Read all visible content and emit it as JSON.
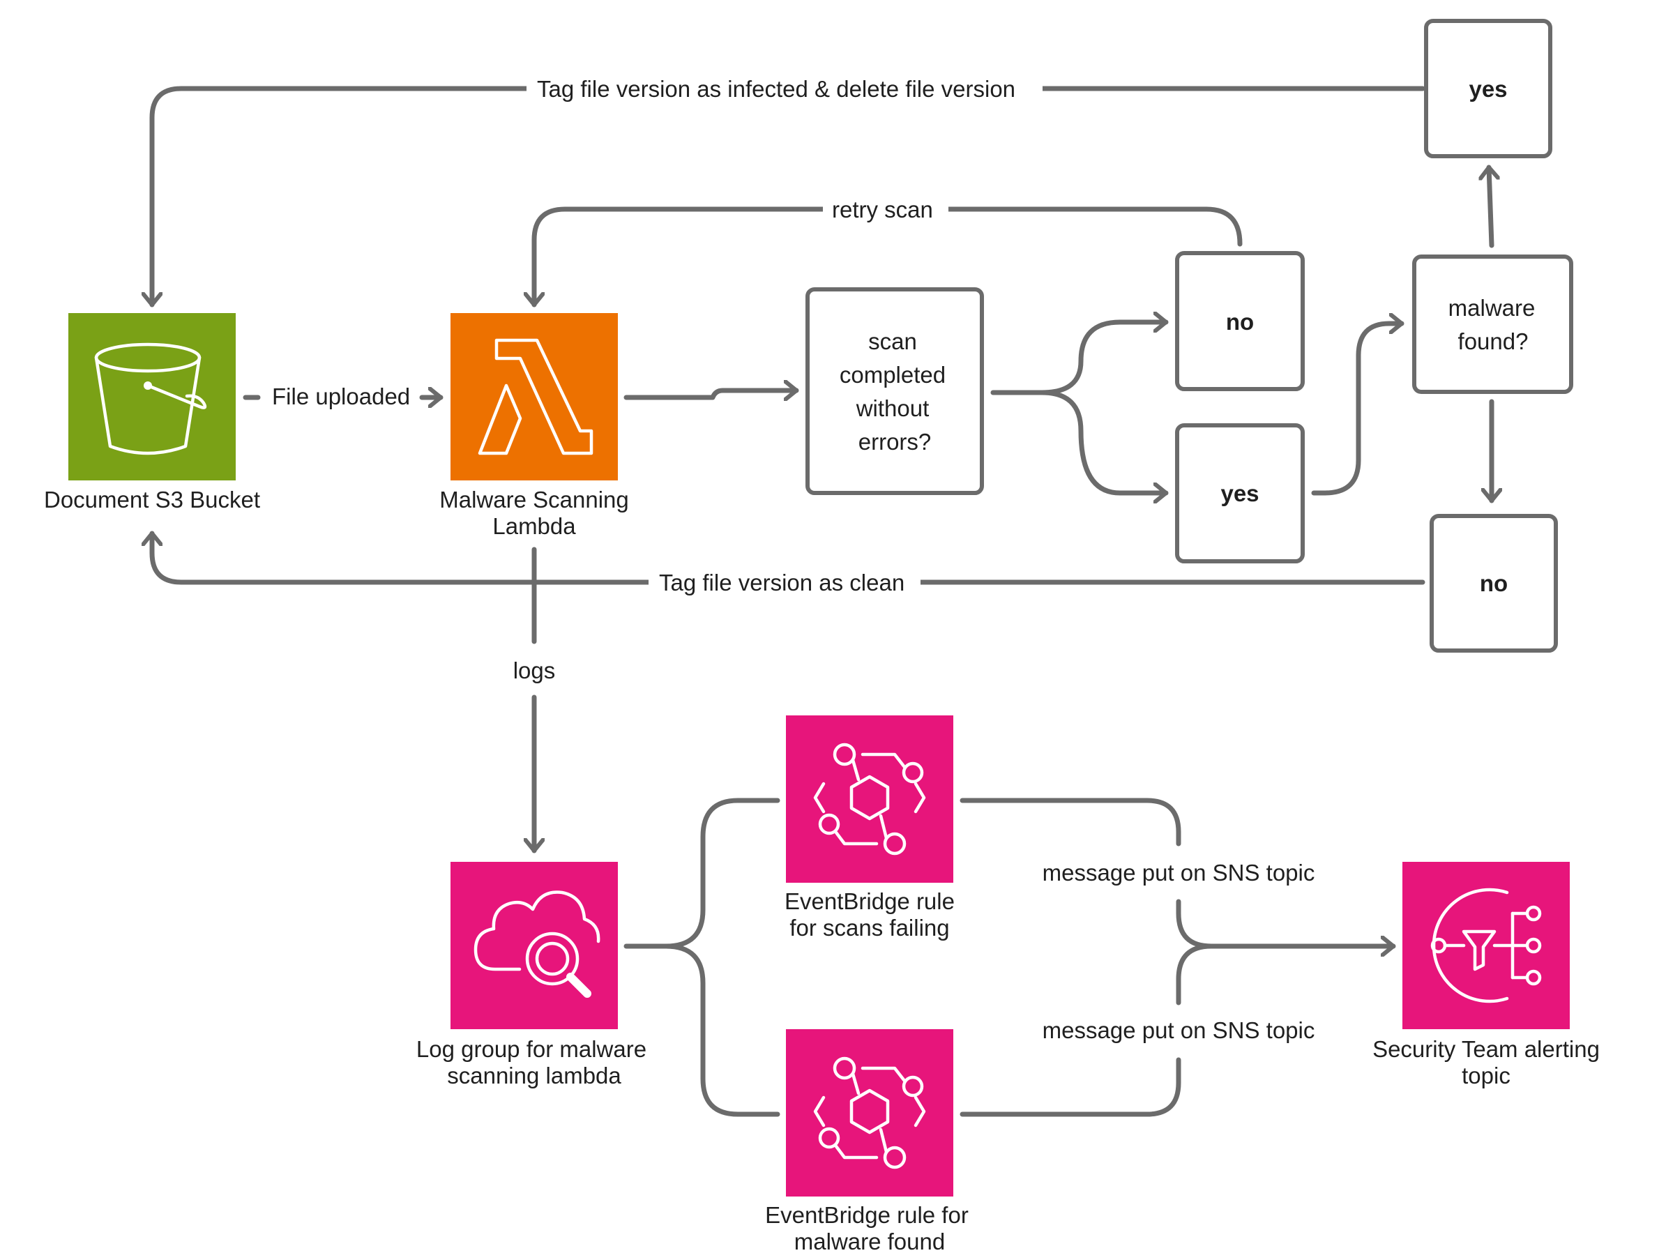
{
  "colors": {
    "connector": "#6b6b6b",
    "s3": "#7aa116",
    "lambda": "#ed7100",
    "management": "#e7157b",
    "box_stroke": "#6b6b6b"
  },
  "nodes": {
    "s3_bucket": {
      "label": "Document S3 Bucket",
      "icon": "s3-bucket-icon"
    },
    "lambda": {
      "label_line1": "Malware Scanning",
      "label_line2": "Lambda",
      "icon": "lambda-icon"
    },
    "log_group": {
      "label_line1": "Log group for malware",
      "label_line2": "scanning lambda",
      "icon": "cloudwatch-logs-icon"
    },
    "rule_scans_failing": {
      "label_line1": "EventBridge rule",
      "label_line2": "for scans failing",
      "icon": "eventbridge-rule-icon"
    },
    "rule_malware_found": {
      "label_line1": "EventBridge rule for",
      "label_line2": "malware found",
      "icon": "eventbridge-rule-icon"
    },
    "sns_topic": {
      "label_line1": "Security Team alerting",
      "label_line2": "topic",
      "icon": "sns-topic-icon"
    }
  },
  "decisions": {
    "scan_completed": {
      "lines": [
        "scan",
        "completed",
        "without",
        "errors?"
      ]
    },
    "scan_no": {
      "text": "no"
    },
    "scan_yes": {
      "text": "yes"
    },
    "malware_found": {
      "lines": [
        "malware",
        "found?"
      ]
    },
    "malware_yes": {
      "text": "yes"
    },
    "malware_no": {
      "text": "no"
    }
  },
  "edges": {
    "file_uploaded": "File uploaded",
    "retry_scan": "retry scan",
    "tag_infected": "Tag file version as infected & delete file version",
    "tag_clean": "Tag file version as clean",
    "logs": "logs",
    "sns_message_1": "message put on SNS topic",
    "sns_message_2": "message put on SNS topic"
  }
}
